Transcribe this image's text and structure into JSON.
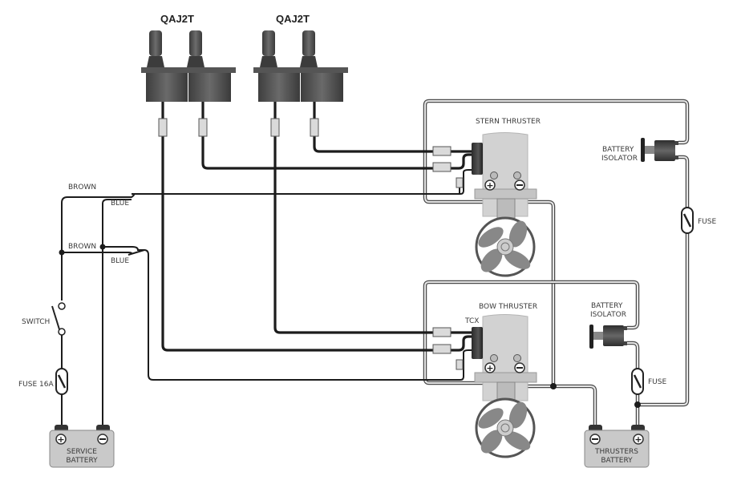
{
  "diagram": {
    "joysticks": [
      {
        "label": "QAJ2T"
      },
      {
        "label": "QAJ2T"
      }
    ],
    "thrusters": {
      "stern": {
        "label": "STERN THRUSTER"
      },
      "bow": {
        "label": "BOW THRUSTER",
        "controller_label": "TCX"
      }
    },
    "isolators": [
      {
        "label_line1": "BATTERY",
        "label_line2": "ISOLATOR"
      },
      {
        "label_line1": "BATTERY",
        "label_line2": "ISOLATOR"
      }
    ],
    "fuses": {
      "stern_fuse": "FUSE",
      "bow_fuse": "FUSE",
      "service_fuse": "FUSE 16A"
    },
    "switch_label": "SWITCH",
    "wire_labels": {
      "brown_1": "BROWN",
      "blue_1": "BLUE",
      "brown_2": "BROWN",
      "blue_2": "BLUE"
    },
    "batteries": {
      "service": {
        "line1": "SERVICE",
        "line2": "BATTERY",
        "plus": "+",
        "minus": "−"
      },
      "thrusters": {
        "line1": "THRUSTERS",
        "line2": "BATTERY",
        "plus": "+",
        "minus": "−"
      }
    },
    "colors": {
      "signal_wire": "#1c1c1c",
      "power_wire_outline": "#4a4a4a",
      "component_gray": "#c8c8c8",
      "dark_component": "#3c3c3c"
    }
  }
}
